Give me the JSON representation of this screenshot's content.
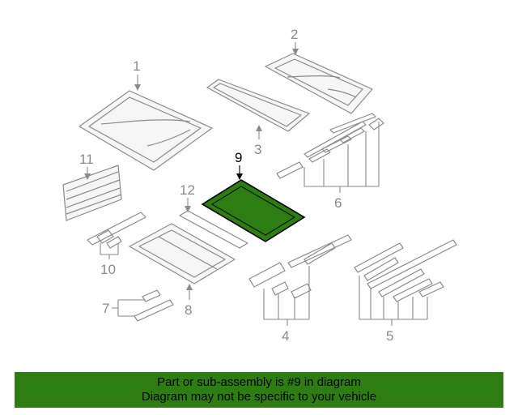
{
  "diagram": {
    "highlight_color": "#2e7d13",
    "callouts": {
      "p1": "1",
      "p2": "2",
      "p3": "3",
      "p4": "4",
      "p5": "5",
      "p6": "6",
      "p7": "7",
      "p8": "8",
      "p9": "9",
      "p10": "10",
      "p11": "11",
      "p12": "12"
    }
  },
  "banner": {
    "line1": "Part or sub-assembly is #9 in diagram",
    "line2": "Diagram may not be specific to your vehicle",
    "background": "#2e7d13"
  }
}
